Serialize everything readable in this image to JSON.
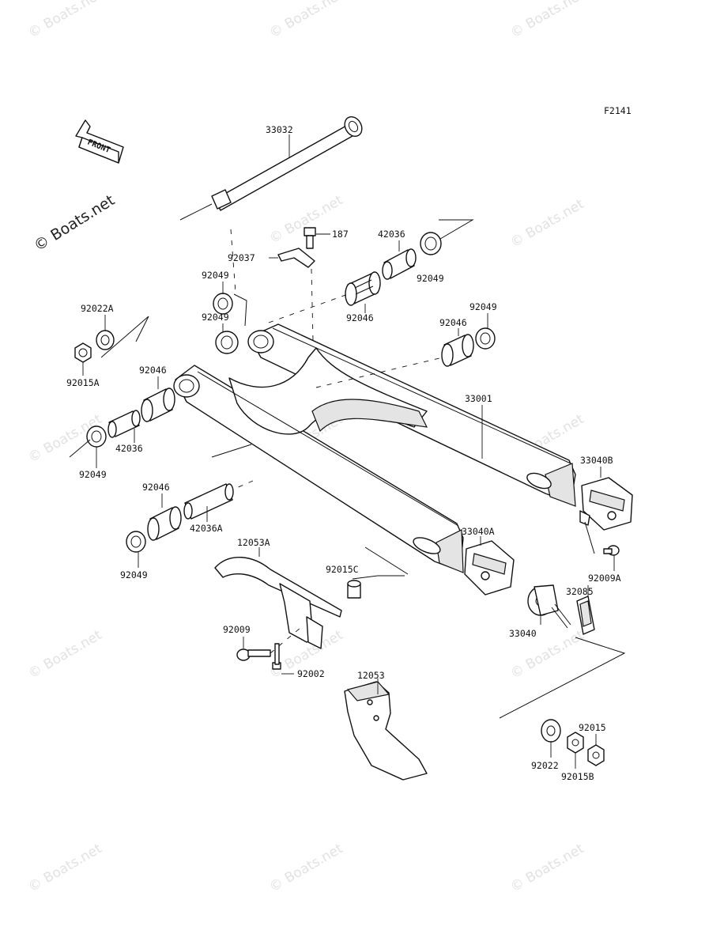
{
  "diagram_code": "F2141",
  "front_label": "FRONT",
  "watermark": "© Boats.net",
  "parts": [
    {
      "id": "p33032",
      "label": "33032"
    },
    {
      "id": "p187",
      "label": "187"
    },
    {
      "id": "p92037",
      "label": "92037"
    },
    {
      "id": "p42036_top",
      "label": "42036"
    },
    {
      "id": "p92049_top_right",
      "label": "92049"
    },
    {
      "id": "p92049_left_upper",
      "label": "92049"
    },
    {
      "id": "p92046_top",
      "label": "92046"
    },
    {
      "id": "p92022A",
      "label": "92022A"
    },
    {
      "id": "p92049_left_mid",
      "label": "92049"
    },
    {
      "id": "p92049_right",
      "label": "92049"
    },
    {
      "id": "p92046_right",
      "label": "92046"
    },
    {
      "id": "p92015A",
      "label": "92015A"
    },
    {
      "id": "p92046_left",
      "label": "92046"
    },
    {
      "id": "p33001",
      "label": "33001"
    },
    {
      "id": "p42036_left",
      "label": "42036"
    },
    {
      "id": "p92049_left_low",
      "label": "92049"
    },
    {
      "id": "p33040B",
      "label": "33040B"
    },
    {
      "id": "p92046_low",
      "label": "92046"
    },
    {
      "id": "p42036A",
      "label": "42036A"
    },
    {
      "id": "p33040A",
      "label": "33040A"
    },
    {
      "id": "p92049_bottom",
      "label": "92049"
    },
    {
      "id": "p12053A",
      "label": "12053A"
    },
    {
      "id": "p92015C",
      "label": "92015C"
    },
    {
      "id": "p92009A",
      "label": "92009A"
    },
    {
      "id": "p32085",
      "label": "32085"
    },
    {
      "id": "p92009",
      "label": "92009"
    },
    {
      "id": "p33040",
      "label": "33040"
    },
    {
      "id": "p92002",
      "label": "92002"
    },
    {
      "id": "p12053",
      "label": "12053"
    },
    {
      "id": "p92015",
      "label": "92015"
    },
    {
      "id": "p92022",
      "label": "92022"
    },
    {
      "id": "p92015B",
      "label": "92015B"
    }
  ]
}
